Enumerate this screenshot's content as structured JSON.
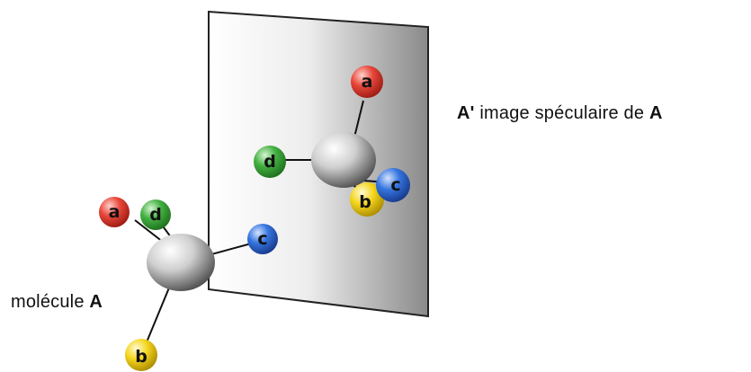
{
  "molecule_label": {
    "text": "molécule",
    "name": "A"
  },
  "image_label": {
    "name": "A'",
    "text": "image spéculaire de",
    "ref": "A"
  },
  "atoms": {
    "a": "a",
    "b": "b",
    "c": "c",
    "d": "d"
  },
  "colors": {
    "a": "#e23b2e",
    "b": "#f2d21b",
    "c": "#2f6ed8",
    "d": "#3cab3a",
    "center": "#8e8e8e",
    "bond": "#111111",
    "mirror_edge": "#222222"
  }
}
